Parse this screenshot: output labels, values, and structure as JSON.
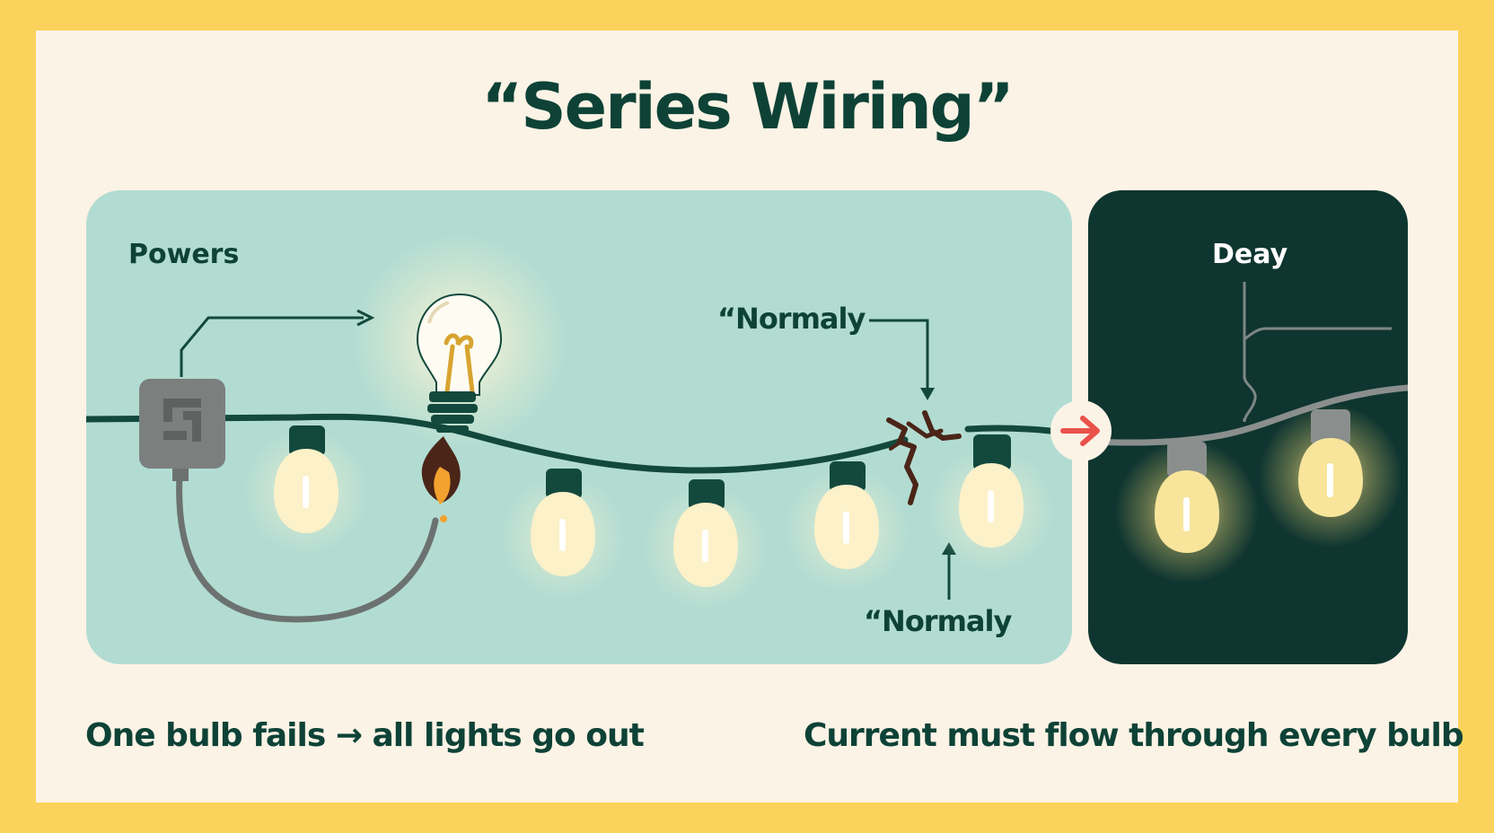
{
  "title": "“Series Wiring”",
  "labels": {
    "powers": "Powers",
    "normaly_top": "“Normaly",
    "normaly_bottom": "“Normaly",
    "deay": "Deay"
  },
  "captions": {
    "left": "One bulb fails → all lights go out",
    "right": "Current must flow through every bulb"
  },
  "colors": {
    "background": "#fbd35c",
    "frame": "#fbf3e6",
    "text": "#0e4236",
    "left_panel": "#b2dcd2",
    "right_panel": "#0f3530",
    "wire": "#13493d",
    "dead_wire": "#8a8f8d",
    "bulb_glow": "#fbf1c8",
    "arrow_accent": "#e9524a"
  },
  "icons": {
    "plug": "power-plug-icon",
    "bright_bulb": "lit-bulb-icon",
    "burnout": "flame-icon",
    "break": "wire-break-icon",
    "transfer": "right-arrow-icon"
  }
}
